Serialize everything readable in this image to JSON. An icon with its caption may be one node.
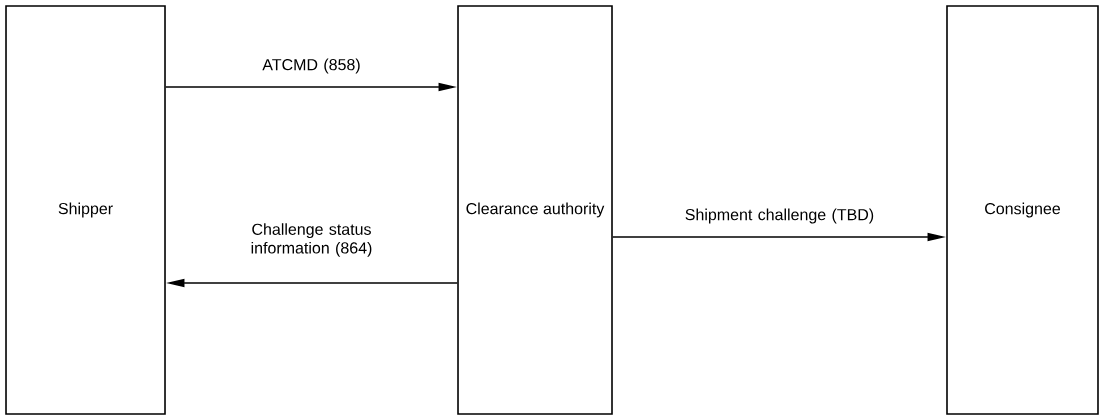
{
  "diagram": {
    "nodes": [
      {
        "text": [
          "Shipper"
        ]
      },
      {
        "text": [
          "Clearance authority"
        ]
      },
      {
        "text": [
          "Consignee"
        ]
      }
    ],
    "edges": [
      {
        "from": 0,
        "to": 1,
        "arrow": "to",
        "label": "ATCMD (858)"
      },
      {
        "from": 1,
        "to": 0,
        "arrow": "to",
        "label": "Challenge status information (864)"
      },
      {
        "from": 1,
        "to": 2,
        "arrow": "to",
        "label": "Shipment challenge (TBD)"
      }
    ]
  }
}
